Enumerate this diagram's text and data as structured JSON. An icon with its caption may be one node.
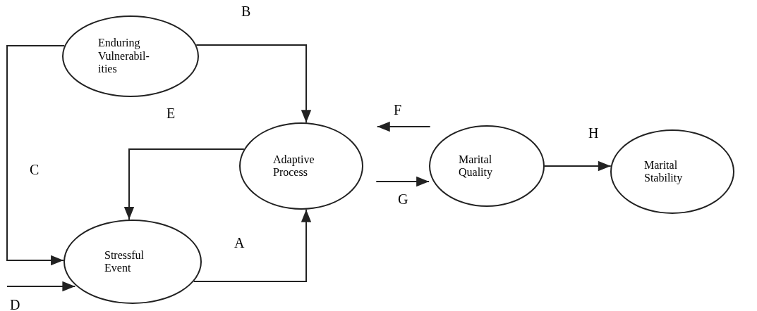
{
  "diagram": {
    "nodes": [
      {
        "text": [
          "Enduring Vulnerabil-ities"
        ]
      },
      {
        "text": [
          "Adaptive Process"
        ]
      },
      {
        "text": [
          "Marital Quality"
        ]
      },
      {
        "text": [
          "Marital Stability"
        ]
      },
      {
        "text": [
          "Stressful Event"
        ]
      }
    ],
    "edges": [
      {
        "from": 0,
        "to": 1,
        "arrow": "to",
        "label": "B"
      },
      {
        "from": 0,
        "to": 4,
        "arrow": "to",
        "label": "C"
      },
      {
        "from": 1,
        "to": 4,
        "arrow": "to",
        "label": "E"
      },
      {
        "from": 4,
        "to": 1,
        "arrow": "to",
        "label": "A"
      },
      {
        "from": 2,
        "to": 1,
        "arrow": "to",
        "label": "F"
      },
      {
        "from": 1,
        "to": 2,
        "arrow": "to",
        "label": "G"
      },
      {
        "from": 2,
        "to": 3,
        "arrow": "to",
        "label": "H"
      },
      {
        "from": null,
        "to": 4,
        "arrow": "to",
        "label": "D"
      }
    ]
  }
}
